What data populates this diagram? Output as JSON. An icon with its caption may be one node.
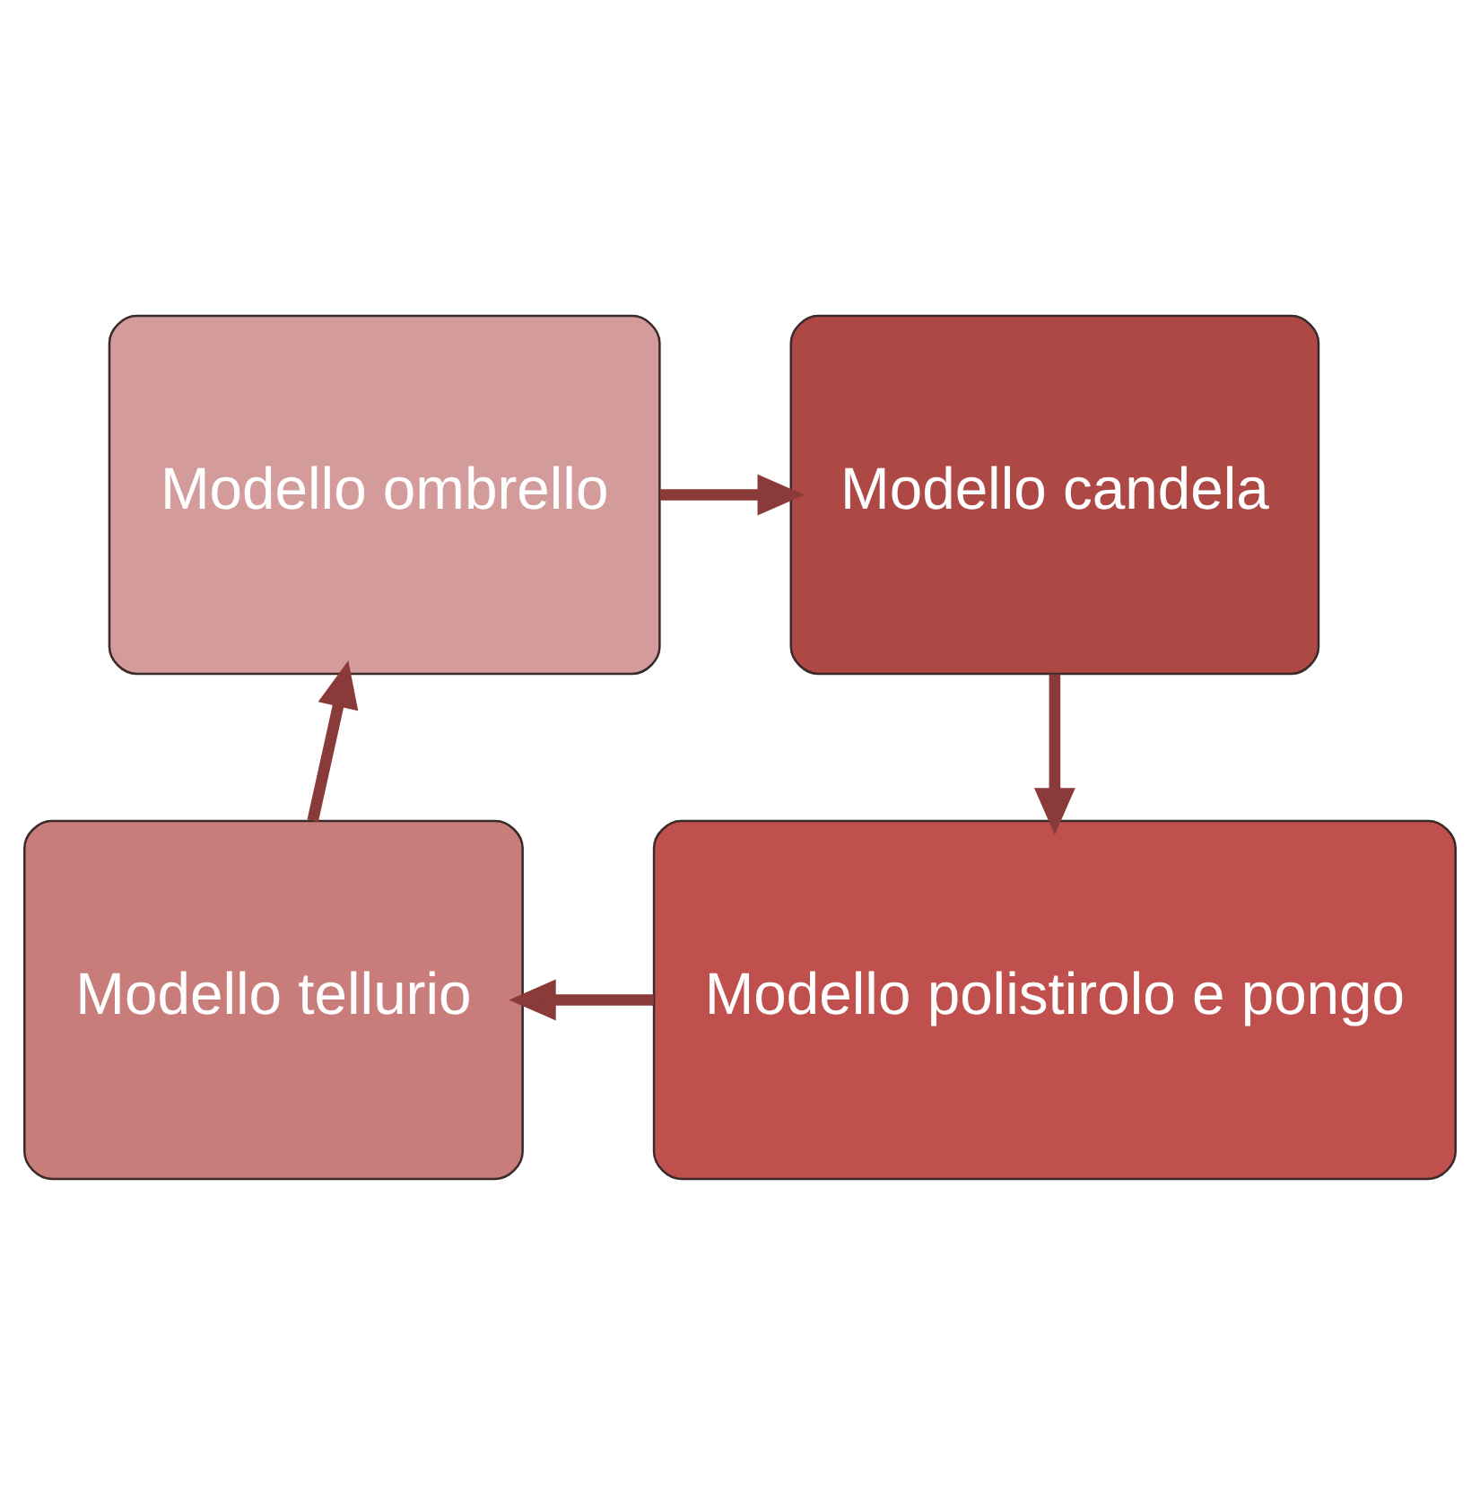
{
  "diagram": {
    "nodes": [
      {
        "text": [
          "Modello ombrello"
        ]
      },
      {
        "text": [
          "Modello candela"
        ]
      },
      {
        "text": [
          "Modello polistirolo e pongo"
        ]
      },
      {
        "text": [
          "Modello tellurio"
        ]
      }
    ],
    "edges": [
      {
        "from": 0,
        "to": 1,
        "arrow": "to"
      },
      {
        "from": 1,
        "to": 2,
        "arrow": "to"
      },
      {
        "from": 2,
        "to": 3,
        "arrow": "to"
      },
      {
        "from": 3,
        "to": 0,
        "arrow": "to"
      }
    ]
  }
}
